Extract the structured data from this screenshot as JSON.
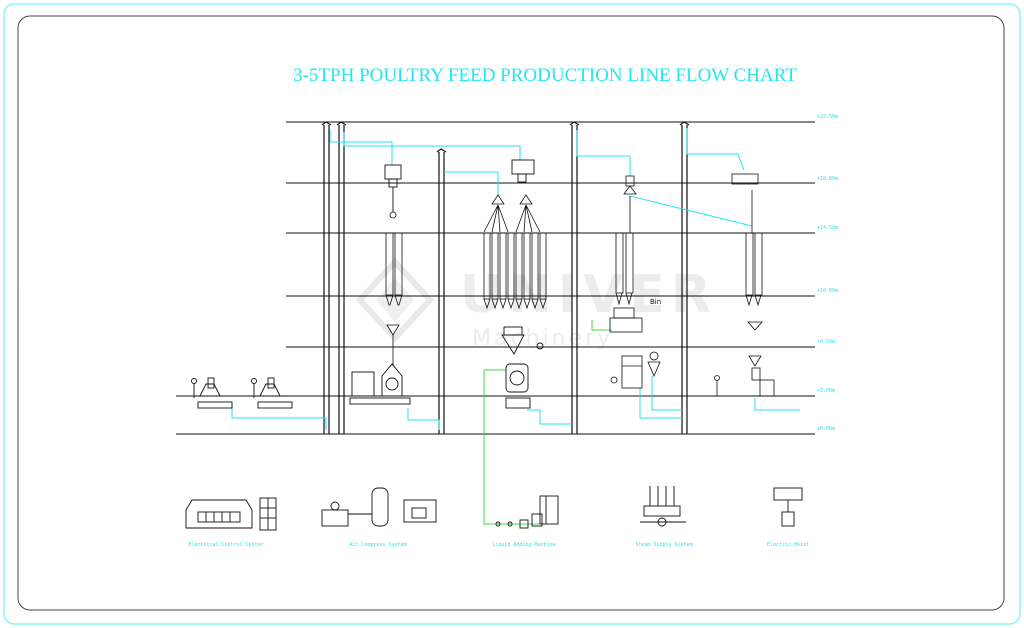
{
  "title": "3-5TPH POULTRY FEED PRODUCTION LINE FLOW CHART",
  "watermark": {
    "brand": "UNIVER",
    "sub": "Machinery"
  },
  "colors": {
    "accent": "#22e6f0",
    "green": "#3be23b",
    "line": "#111111"
  },
  "level_labels": [
    "+22.50m",
    "+18.00m",
    "+14.50m",
    "+10.00m",
    "+6.50m",
    "+3.00m",
    "±0.00m"
  ],
  "bin_label": "Bin",
  "equipment_captions": [
    "Electrical Control Center",
    "Air Compress System",
    "Liquid Adding Machine",
    "Steam Supply System",
    "Electric Hoist"
  ]
}
